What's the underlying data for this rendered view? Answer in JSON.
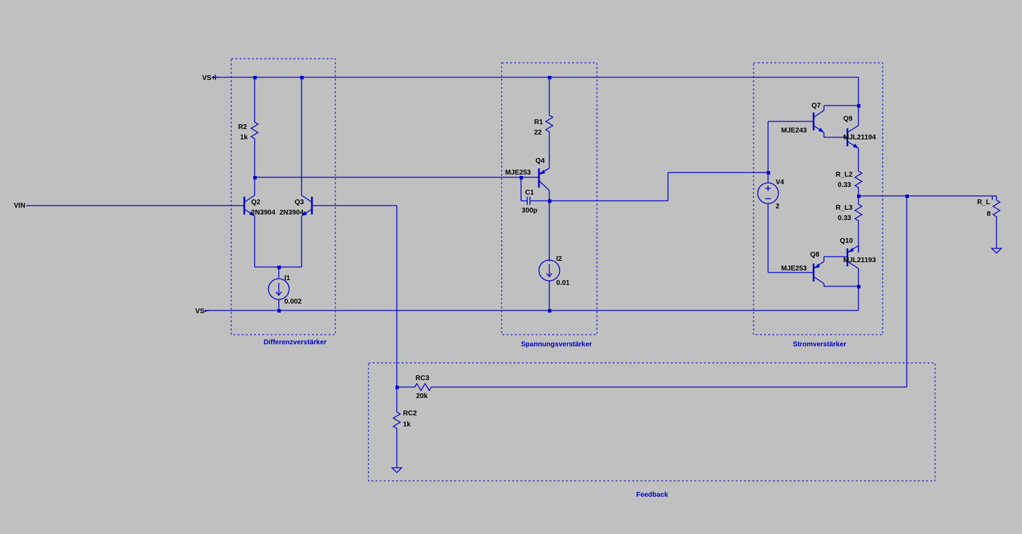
{
  "nets": {
    "vsplus": "VS+",
    "vsminus": "VS-",
    "vin": "VIN"
  },
  "groups": {
    "diff": "Differenzverstärker",
    "spann": "Spannungsverstärker",
    "strom": "Stromverstärker",
    "feedback": "Feedback"
  },
  "components": {
    "r2": {
      "name": "R2",
      "value": "1k"
    },
    "r1": {
      "name": "R1",
      "value": "22"
    },
    "q2": {
      "name": "Q2",
      "model": "2N3904"
    },
    "q3": {
      "name": "Q3",
      "model": "2N3904"
    },
    "q4": {
      "name": "Q4",
      "model": "MJE253"
    },
    "c1": {
      "name": "C1",
      "value": "300p"
    },
    "i1": {
      "name": "I1",
      "value": "0.002"
    },
    "i2": {
      "name": "I2",
      "value": "0.01"
    },
    "q7": {
      "name": "Q7",
      "model": "MJE243"
    },
    "q9": {
      "name": "Q9",
      "model": "MJL21194"
    },
    "q8": {
      "name": "Q8",
      "model": "MJE253"
    },
    "q10": {
      "name": "Q10",
      "model": "MJL21193"
    },
    "v4": {
      "name": "V4",
      "value": "2"
    },
    "rl2": {
      "name": "R_L2",
      "value": "0.33"
    },
    "rl3": {
      "name": "R_L3",
      "value": "0.33"
    },
    "rl": {
      "name": "R_L",
      "value": "8"
    },
    "rc3": {
      "name": "RC3",
      "value": "20k"
    },
    "rc2": {
      "name": "RC2",
      "value": "1k"
    }
  }
}
